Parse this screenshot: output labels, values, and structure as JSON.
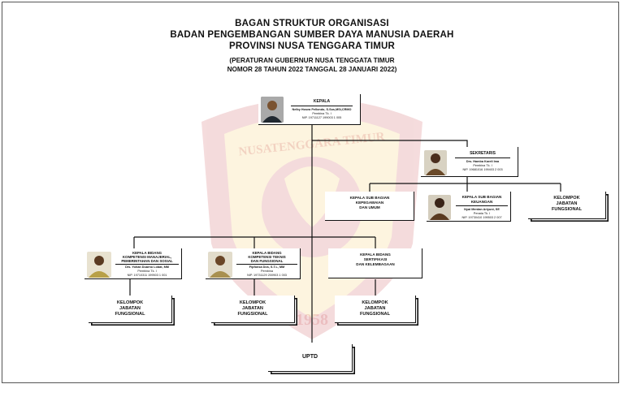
{
  "header": {
    "title_line1": "BAGAN STRUKTUR ORGANISASI",
    "title_line2": "BADAN PENGEMBANGAN SUMBER DAYA MANUSIA DAERAH",
    "title_line3": "PROVINSI NUSA TENGGARA TIMUR",
    "regulation_line1": "(PERATURAN GUBERNUR NUSA TENGGATA TIMUR",
    "regulation_line2": "NOMOR 28 TAHUN 2022 TANGGAL 28 JANUARI 2022)"
  },
  "watermark": {
    "text_top": "NUSATENGGARA TIMUR",
    "year": "1958"
  },
  "colors": {
    "emblem": "#c0262c",
    "emblem_light": "#f5c23c",
    "line": "#111111"
  },
  "nodes": {
    "kepala": {
      "title": "KEPALA",
      "name": "Nelby Hosea Pellondo, S.Sos,MSi,CRMO",
      "rank": "Pembina Tk. I",
      "nip": "NIP. 19711127 199003 1 005"
    },
    "sekretaris": {
      "title": "SEKRETARIS",
      "name": "Drs. Hamba Kareli Ima",
      "rank": "Pembina Tk. I",
      "nip": "NIP. 19681016 199403 2 003"
    },
    "kasubag_kepegawaian": {
      "title_line1": "KEPALA SUB BAGIAN",
      "title_line2": "KEPEGAWAIAN",
      "title_line3": "DAN UMUM"
    },
    "kasubag_keuangan": {
      "title_line1": "KEPALA SUB BAGIAN",
      "title_line2": "KEUANGAN",
      "name": "Nyai Merdan Ariyuni, SE",
      "rank": "Penata Tk. I",
      "nip": "NIP. 19730410 199503 2 007"
    },
    "kjf_sekretariat": {
      "line1": "KELOMPOK",
      "line2": "JABATAN",
      "line3": "FUNGSIONAL"
    },
    "kabid_manajerial": {
      "title_line1": "KEPALA BIDANG",
      "title_line2": "KOMPETENSI MANAJERIAL,",
      "title_line3": "PEMERINTAHAN DAN SOSIAL",
      "name": "Drs. Yohan Duarno Lobat, MM",
      "rank": "Pembina Tk. I",
      "nip": "NIP. 19710311 199503 1 001"
    },
    "kabid_teknis": {
      "title_line1": "KEPALA BIDANG",
      "title_line2": "KOMPETENSI TEKNIS",
      "title_line3": "DAN FUNGSIONAL",
      "name": "Fipfonsa Dos, S.T.L, MM",
      "rank": "Pembina",
      "nip": "NIP. 19731129 200903 1 003"
    },
    "kabid_sertifikasi": {
      "title_line1": "KEPALA BIDANG",
      "title_line2": "SERTIFIKASI",
      "title_line3": "DAN KELEMBAGAAN"
    },
    "kjf_1": {
      "line1": "KELOMPOK",
      "line2": "JABATAN",
      "line3": "FUNGSIONAL"
    },
    "kjf_2": {
      "line1": "KELOMPOK",
      "line2": "JABATAN",
      "line3": "FUNGSIONAL"
    },
    "kjf_3": {
      "line1": "KELOMPOK",
      "line2": "JABATAN",
      "line3": "FUNGSIONAL"
    },
    "uptd": {
      "label": "UPTD"
    }
  }
}
